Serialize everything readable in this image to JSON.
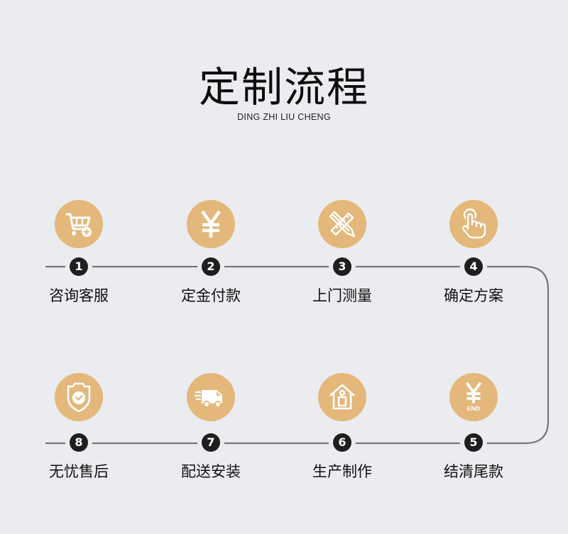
{
  "header": {
    "title": "定制流程",
    "subtitle": "DING ZHI LIU CHENG"
  },
  "colors": {
    "background": "#ebecef",
    "icon_circle": "#e3b87a",
    "number_badge": "#1e1e1e",
    "connector_line": "#777777"
  },
  "steps": [
    {
      "number": "1",
      "label": "咨询客服",
      "icon": "cart-plus-icon"
    },
    {
      "number": "2",
      "label": "定金付款",
      "icon": "yuan-icon"
    },
    {
      "number": "3",
      "label": "上门测量",
      "icon": "pencil-ruler-icon"
    },
    {
      "number": "4",
      "label": "确定方案",
      "icon": "hand-tap-icon"
    },
    {
      "number": "5",
      "label": "结清尾款",
      "icon": "yuan-end-icon",
      "icon_text": "END"
    },
    {
      "number": "6",
      "label": "生产制作",
      "icon": "house-icon"
    },
    {
      "number": "7",
      "label": "配送安装",
      "icon": "delivery-truck-icon"
    },
    {
      "number": "8",
      "label": "无忧售后",
      "icon": "shield-check-icon"
    }
  ]
}
